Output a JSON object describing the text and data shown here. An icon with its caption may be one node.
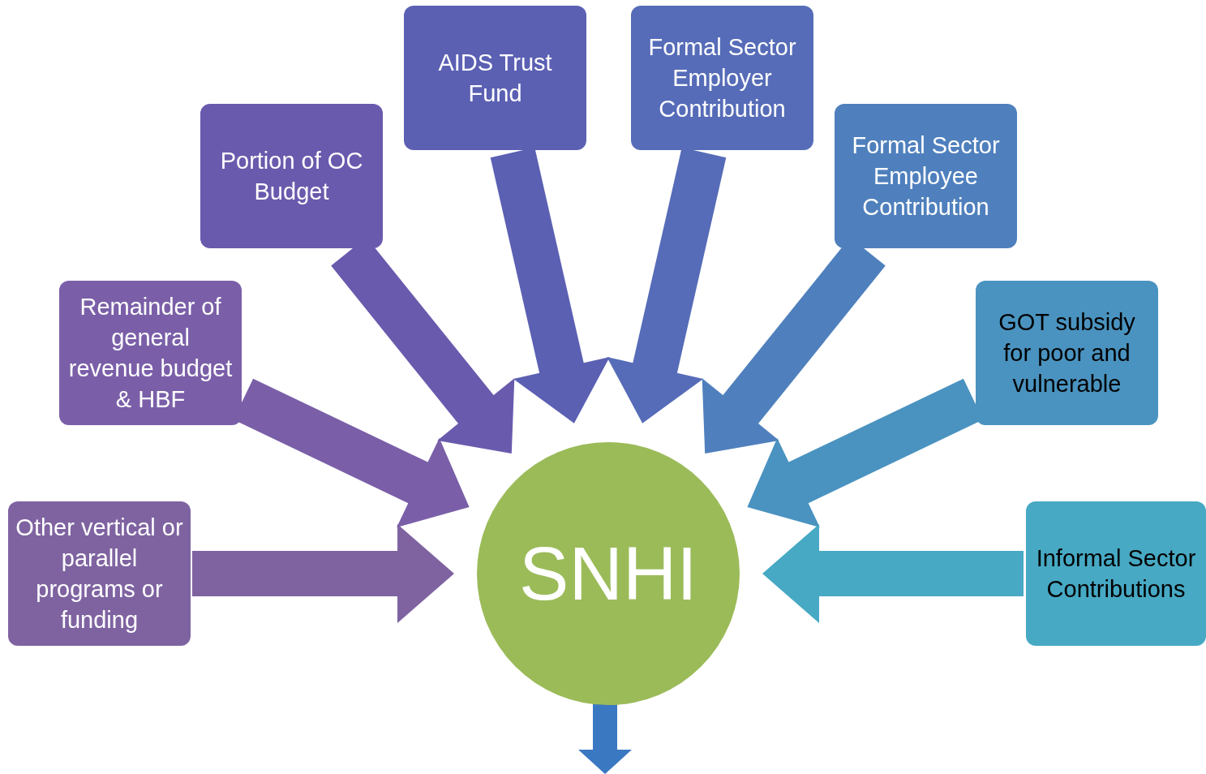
{
  "diagram": {
    "nodes": [
      {
        "text": [
          "Other vertical or parallel programs or funding"
        ]
      },
      {
        "text": [
          "Remainder of general revenue budget & HBF"
        ]
      },
      {
        "text": [
          "Portion of OC Budget"
        ]
      },
      {
        "text": [
          "AIDS Trust Fund"
        ]
      },
      {
        "text": [
          "Formal Sector Employer Contribution"
        ]
      },
      {
        "text": [
          "Formal Sector Employee Contribution"
        ]
      },
      {
        "text": [
          "GOT subsidy for poor and vulnerable"
        ]
      },
      {
        "text": [
          "Informal Sector Contributions"
        ]
      },
      {
        "text": [
          "SNHI"
        ]
      }
    ],
    "edges": [
      {
        "from": 0,
        "to": 8,
        "arrow": "to",
        "style": "thick",
        "color": "#7f63a1"
      },
      {
        "from": 1,
        "to": 8,
        "arrow": "to",
        "style": "thick",
        "color": "#7a5fa8"
      },
      {
        "from": 2,
        "to": 8,
        "arrow": "to",
        "style": "thick",
        "color": "#6a5aad"
      },
      {
        "from": 3,
        "to": 8,
        "arrow": "to",
        "style": "thick",
        "color": "#5b60b3"
      },
      {
        "from": 4,
        "to": 8,
        "arrow": "to",
        "style": "thick",
        "color": "#566cb8"
      },
      {
        "from": 5,
        "to": 8,
        "arrow": "to",
        "style": "thick",
        "color": "#4f80bd"
      },
      {
        "from": 6,
        "to": 8,
        "arrow": "to",
        "style": "thick",
        "color": "#4a93c0"
      },
      {
        "from": 7,
        "to": 8,
        "arrow": "to",
        "style": "thick",
        "color": "#47a9c4"
      },
      {
        "from": 8,
        "to": null,
        "arrow": "to",
        "style": "thick",
        "color": "#3b78c2"
      }
    ]
  }
}
